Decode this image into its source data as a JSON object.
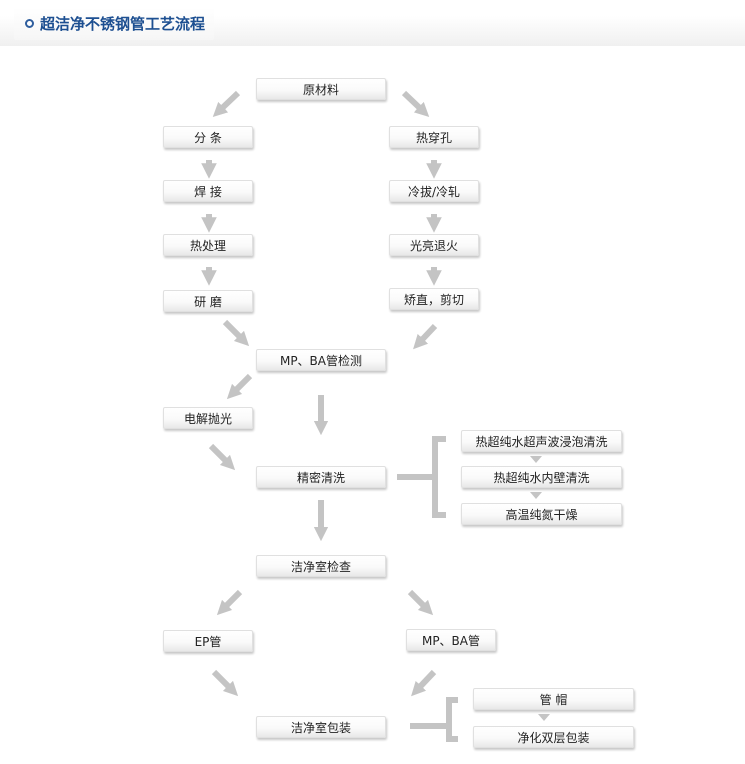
{
  "header": {
    "title": "超洁净不锈钢管工艺流程"
  },
  "flow": {
    "raw_material": "原材料",
    "left_branch": {
      "slitting": "分  条",
      "welding": "焊  接",
      "heat_treatment": "热处理",
      "grinding": "研  磨"
    },
    "right_branch": {
      "hot_piercing": "热穿孔",
      "cold_drawing": "冷拔/冷轧",
      "bright_annealing": "光亮退火",
      "straighten_cut": "矫直，剪切"
    },
    "mp_ba_inspection": "MP、BA管检测",
    "electropolish": "电解抛光",
    "precision_cleaning": "精密清洗",
    "cleaning_steps": [
      "热超纯水超声波浸泡清洗",
      "热超纯水内壁清洗",
      "高温纯氮干燥"
    ],
    "cleanroom_inspection": "洁净室检查",
    "ep_tube": "EP管",
    "mp_ba_tube": "MP、BA管",
    "cleanroom_packaging": "洁净室包装",
    "packaging_steps": [
      "管  帽",
      "净化双层包装"
    ]
  },
  "colors": {
    "title": "#1d4f91",
    "arrow": "#c4c4c4"
  }
}
